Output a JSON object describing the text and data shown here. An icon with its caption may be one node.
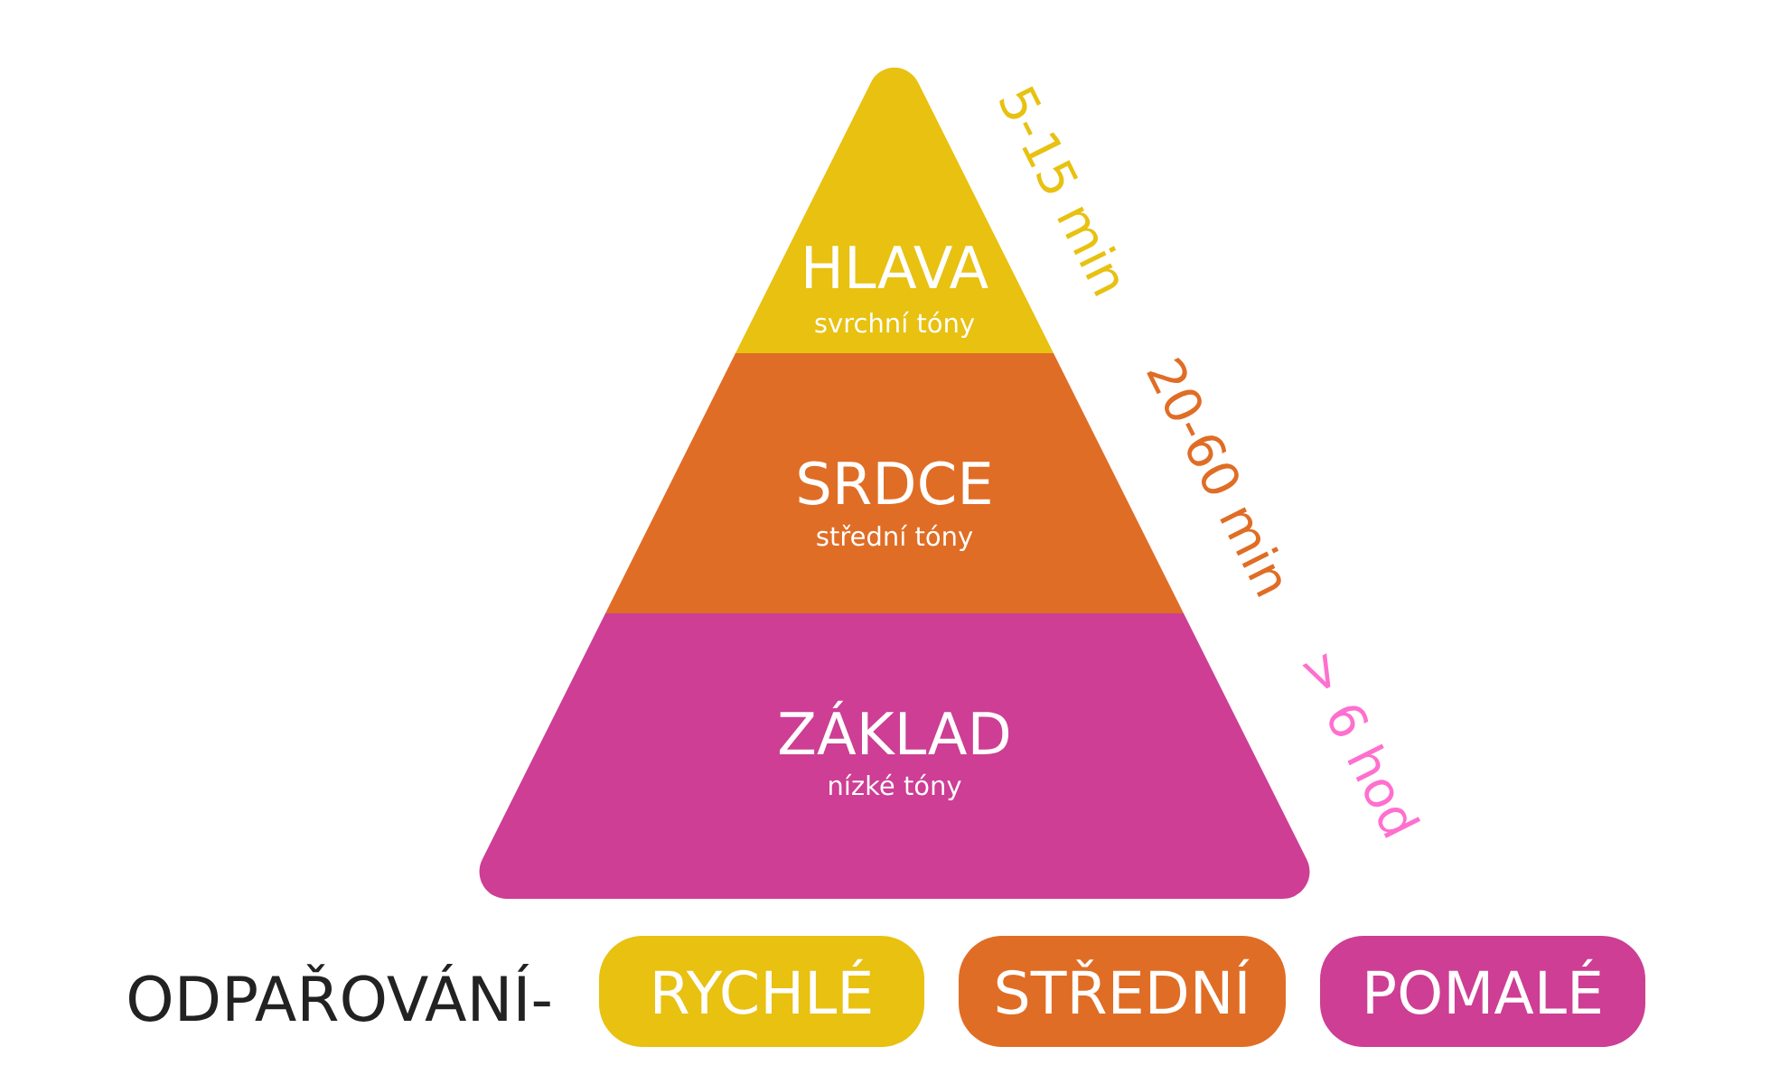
{
  "diagram": {
    "nodes": [
      {
        "text": [
          "HLAVA",
          "svrchní tóny"
        ],
        "beside": [
          "5-15 min"
        ]
      },
      {
        "text": [
          "SRDCE",
          "střední tóny"
        ],
        "beside": [
          "20-60 min"
        ]
      },
      {
        "text": [
          "ZÁKLAD",
          "nízké tóny"
        ],
        "beside": [
          "> 6 hod"
        ]
      },
      {
        "text": [
          "RYCHLÉ"
        ]
      },
      {
        "text": [
          "STŘEDNÍ"
        ]
      },
      {
        "text": [
          "POMALÉ"
        ]
      }
    ],
    "labels": [
      "ODPAŘOVÁNÍ-"
    ]
  }
}
